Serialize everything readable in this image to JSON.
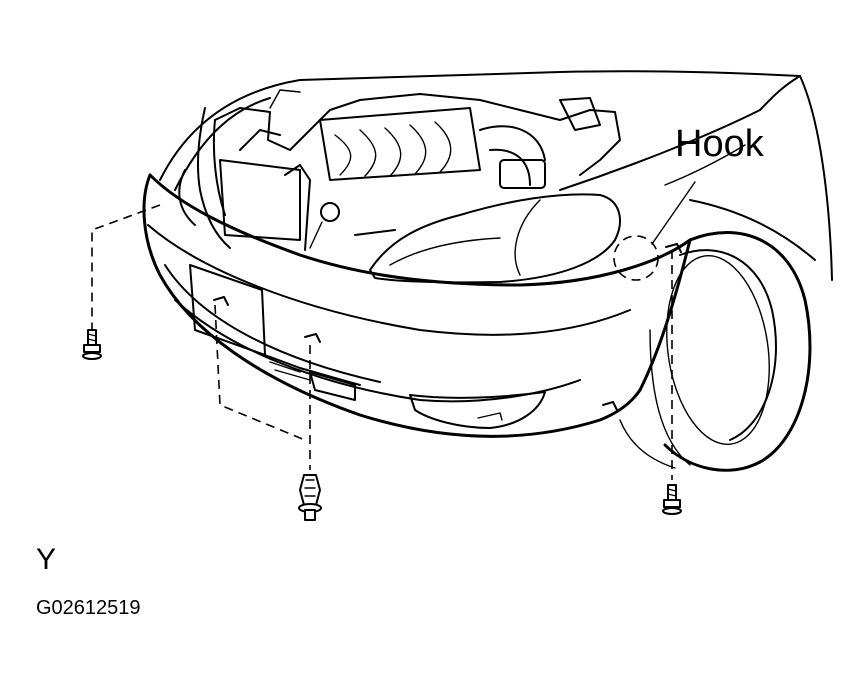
{
  "labels": {
    "hook": "Hook",
    "view": "Y",
    "figure_code": "G02612519"
  },
  "icons": {
    "bumper_bolt": "bolt-icon",
    "bumper_clip": "push-clip-icon"
  }
}
